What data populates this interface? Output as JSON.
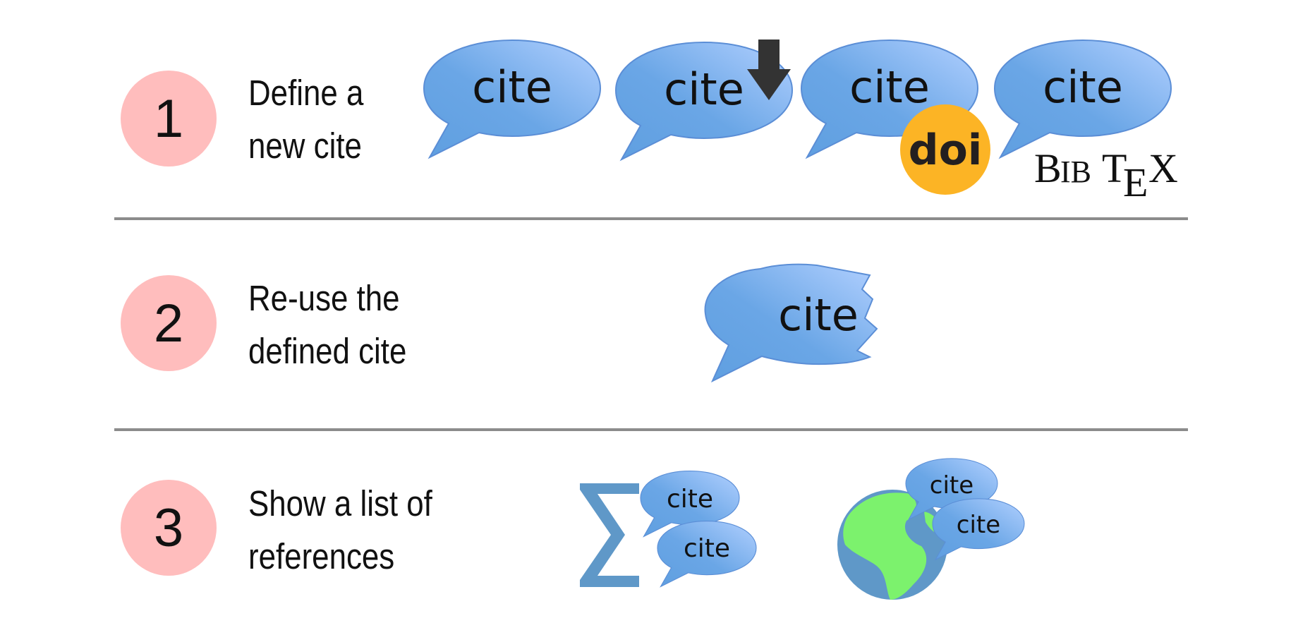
{
  "steps": [
    {
      "number": "1",
      "line1": "Define a",
      "line2": "new cite"
    },
    {
      "number": "2",
      "line1": "Re-use the",
      "line2": "defined cite"
    },
    {
      "number": "3",
      "line1": "Show a list of",
      "line2": "references"
    }
  ],
  "bubble_text": "cite",
  "doi_label": "doi",
  "bibtex_label": {
    "b": "B",
    "ib": "IB",
    "t": "T",
    "e": "E",
    "x": "X"
  },
  "sigma_symbol": "∑",
  "colors": {
    "circle_fill": "#ffbdbd",
    "bubble_light": "#aac9ff",
    "bubble_dark": "#5f9fe0",
    "bubble_stroke": "#5b8ed6",
    "doi_orange": "#fcb425",
    "globe_blue": "#5f98c8",
    "land_green": "#7cf26d",
    "divider_gray": "#8c8c8c"
  }
}
